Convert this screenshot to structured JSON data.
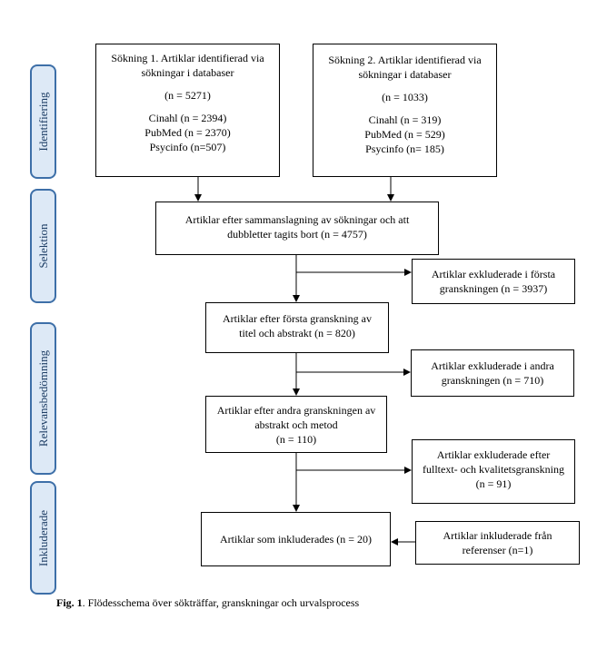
{
  "stages": {
    "identification": "Identifiering",
    "selection": "Selektion",
    "relevance": "Relevansbedömning",
    "included": "Inkluderade"
  },
  "search1": {
    "title": "Sökning 1. Artiklar identifierad via sökningar i databaser",
    "total": "(n = 5271)",
    "cinahl": "Cinahl (n = 2394)",
    "pubmed": "PubMed (n = 2370)",
    "psycinfo": "Psycinfo (n=507)"
  },
  "search2": {
    "title": "Sökning 2. Artiklar identifierad via sökningar i databaser",
    "total": "(n = 1033)",
    "cinahl": "Cinahl (n = 319)",
    "pubmed": "PubMed (n = 529)",
    "psycinfo": "Psycinfo (n= 185)"
  },
  "merged": {
    "text": "Artiklar efter sammanslagning av sökningar och att dubbletter tagits bort (n = 4757)"
  },
  "excluded1": {
    "text": "Artiklar exkluderade i första granskningen (n = 3937)"
  },
  "review1": {
    "text": "Artiklar efter första granskning av titel och abstrakt (n = 820)"
  },
  "excluded2": {
    "text": "Artiklar exkluderade i andra granskningen (n = 710)"
  },
  "review2": {
    "line1": "Artiklar efter andra granskningen av abstrakt och metod",
    "line2": "(n = 110)"
  },
  "excluded3": {
    "text": "Artiklar exkluderade efter fulltext- och kvalitetsgranskning (n = 91)"
  },
  "included": {
    "text": "Artiklar som inkluderades (n = 20)"
  },
  "references": {
    "text": "Artiklar inkluderade från referenser (n=1)"
  },
  "caption": {
    "label": "Fig. 1",
    "text": ". Flödesschema över sökträffar, granskningar och urvalsprocess"
  }
}
